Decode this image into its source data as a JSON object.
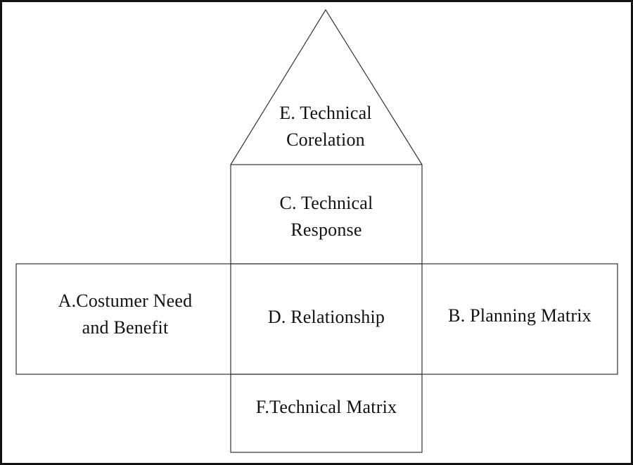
{
  "diagram": {
    "sections": {
      "technical_correlation": {
        "lines": [
          "E. Technical",
          "Corelation"
        ]
      },
      "technical_response": {
        "lines": [
          "C. Technical",
          "Response"
        ]
      },
      "customer_need": {
        "lines": [
          "A.Costumer Need",
          "and Benefit"
        ]
      },
      "relationship": {
        "lines": [
          "D. Relationship"
        ]
      },
      "planning_matrix": {
        "lines": [
          "B. Planning Matrix"
        ]
      },
      "technical_matrix": {
        "lines": [
          "F.Technical Matrix"
        ]
      }
    },
    "colors": {
      "stroke": "#333333",
      "frame": "#111111",
      "text": "#111111",
      "background": "#ffffff"
    }
  }
}
